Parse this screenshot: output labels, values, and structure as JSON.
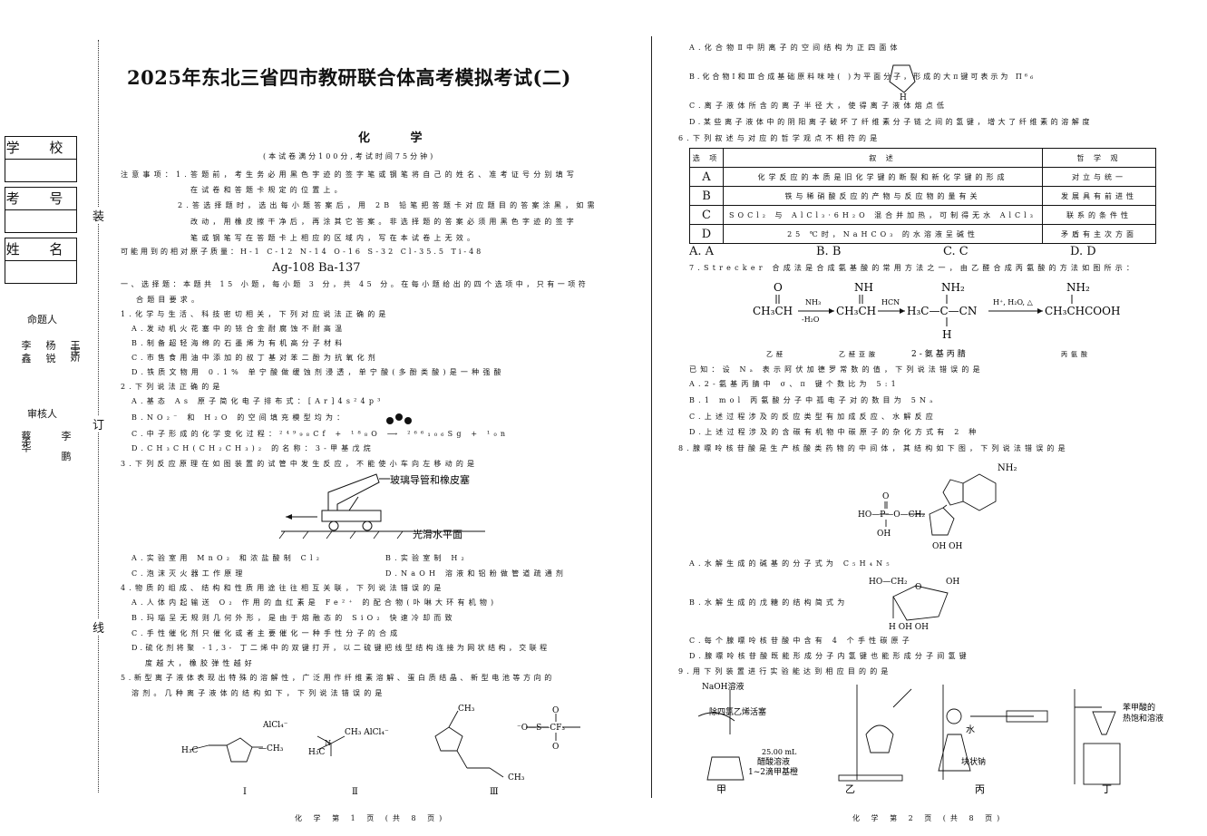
{
  "title": "2025年东北三省四市教研联合体高考模拟考试(二)",
  "subject": "化 学",
  "exam_info": "(本试卷满分100分,考试时间75分钟)",
  "sidebar": {
    "fields": [
      "学 校",
      "考 号",
      "姓 名"
    ],
    "binding": [
      "装",
      "订",
      "线"
    ],
    "authors_label": "命题人",
    "authors": [
      "李 鑫",
      "杨 锐",
      "王 宇 娇"
    ],
    "reviewers_label": "审核人",
    "reviewers": [
      "蔡 子 华",
      "李 鹏"
    ]
  },
  "notes": [
    "注意事项：1.答题前，考生务必用黑色字迹的签字笔或钢笔将自己的姓名、准考证号分别填写",
    "在试卷和答题卡规定的位置上。",
    "2.答选择题时，选出每小题答案后，用 2B 铅笔把答题卡对应题目的答案涂黑，如需",
    "改动，用橡皮擦干净后，再涂其它答案。非选择题的答案必须用黑色字迹的签字",
    "笔或钢笔写在答题卡上相应的区域内，写在本试卷上无效。"
  ],
  "atomic_masses": "可能用到的相对原子质量：H-1  C-12  N-14  O-16  S-32  Cl-35.5  Ti-48",
  "atomic_masses2": "Ag-108  Ba-137",
  "section": "一、选择题：本题共 15 小题，每小题 3 分，共 45 分。在每小题给出的四个选项中，只有一项符",
  "section2": "合题目要求。",
  "q1": {
    "stem": "1.化学与生活、科技密切相关，下列对应说法正确的是",
    "A": "A.发动机火花塞中的铱合金耐腐蚀不耐高温",
    "B": "B.制备超轻海绵的石墨烯为有机高分子材料",
    "C": "C.市售食用油中添加的叔丁基对苯二酚为抗氧化剂",
    "D": "D.铁质文物用 0.1% 单宁酸做缓蚀剂浸透，单宁酸(多酚类酸)是一种强酸"
  },
  "q2": {
    "stem": "2.下列说法正确的是",
    "A": "A.基态 As 原子简化电子排布式：[Ar]4s²4p³",
    "B": "B.NO₂⁻ 和 H₂O 的空间填充模型均为：",
    "C": "C.中子形成的化学变化过程：²⁴⁹₉₈Cf + ¹⁸₈O ⟶ ²⁶⁶₁₀₆Sg + ¹₀n",
    "D": "D.CH₃CH(CH₂CH₃)₂ 的名称：3-甲基戊烷"
  },
  "q3": {
    "stem": "3.下列反应原理在如图装置的试管中发生反应，不能使小车向左移动的是",
    "fig_label1": "玻璃导管和橡皮塞",
    "fig_label2": "光滑水平面",
    "A": "A.实验室用 MnO₂ 和浓盐酸制 Cl₂",
    "B": "B.实验室制 H₂",
    "C": "C.泡沫灭火器工作原理",
    "D": "D.NaOH 溶液和铝粉做管道疏通剂"
  },
  "q4": {
    "stem": "4.物质的组成、结构和性质用途往往相互关联，下列说法错误的是",
    "A": "A.人体内起输送 O₂ 作用的血红素是 Fe²⁺ 的配合物(卟啉大环有机物)",
    "B": "B.玛瑙呈无规则几何外形，是由于熔融态的 SiO₂ 快速冷却而致",
    "C": "C.手性催化剂只催化或者主要催化一种手性分子的合成",
    "D": "D.硫化剂将聚 -1,3- 丁二烯中的双键打开，以二硫键把线型结构连接为网状结构，交联程",
    "D2": "度越大，橡胶弹性越好"
  },
  "q5": {
    "stem": "5.新型离子液体表现出特殊的溶解性，广泛用作纤维素溶解、蛋白质结晶、新型电池等方向的",
    "stem2": "溶剂。几种离子液体的结构如下，下列说法错误的是",
    "labels": [
      "Ⅰ",
      "Ⅱ",
      "Ⅲ"
    ],
    "A": "A.化合物Ⅱ中阴离子的空间结构为正四面体",
    "B": "B.化合物Ⅰ和Ⅲ合成基础原料咪唑(      )为平面分子，形成的大π键可表示为 Π⁶₆",
    "C": "C.离子液体所含的离子半径大，使得离子液体熔点低",
    "D": "D.某些离子液体中的阴阳离子破坏了纤维素分子链之间的氢键，增大了纤维素的溶解度"
  },
  "q6": {
    "stem": "6.下列叙述与对应的哲学观点不相符的是",
    "headers": [
      "选 项",
      "叙 述",
      "哲 学 观"
    ],
    "rows": [
      [
        "A",
        "化学反应的本质是旧化学键的断裂和新化学键的形成",
        "对立与统一"
      ],
      [
        "B",
        "铁与稀硝酸反应的产物与反应物的量有关",
        "发展具有前进性"
      ],
      [
        "C",
        "SOCl₂ 与 AlCl₃·6H₂O 混合并加热，可制得无水 AlCl₃",
        "联系的条件性"
      ],
      [
        "D",
        "25 ℃时，NaHCO₃ 的水溶液呈碱性",
        "矛盾有主次方面"
      ]
    ],
    "options": [
      "A. A",
      "B. B",
      "C. C",
      "D. D"
    ]
  },
  "q7": {
    "stem": "7.Strecker 合成法是合成氨基酸的常用方法之一，由乙醛合成丙氨酸的方法如图所示：",
    "names": [
      "乙醛",
      "乙醛亚胺",
      "2-氨基丙腈",
      "丙氨酸"
    ],
    "reagents": [
      "NH₃",
      "-H₂O",
      "HCN",
      "H⁺, H₂O, △"
    ],
    "known": "已知：设 Nₐ 表示阿伏加德罗常数的值，下列说法错误的是",
    "A": "A.2-氨基丙腈中 σ、π 键个数比为 5:1",
    "B": "B.1 mol 丙氨酸分子中孤电子对的数目为 5Nₐ",
    "C": "C.上述过程涉及的反应类型有加成反应、水解反应",
    "D": "D.上述过程涉及的含碳有机物中碳原子的杂化方式有 2 种"
  },
  "q8": {
    "stem": "8.腺嘌呤核苷酸是生产核酸类药物的中间体，其结构如下图，下列说法错误的是",
    "A": "A.水解生成的碱基的分子式为 C₅H₄N₅",
    "B": "B.水解生成的戊糖的结构简式为",
    "C": "C.每个腺嘌呤核苷酸中含有 4 个手性碳原子",
    "D": "D.腺嘌呤核苷酸既能形成分子内氢键也能形成分子间氢键"
  },
  "q9": {
    "stem": "9.用下列装置进行实验能达到相应目的的是",
    "labels": [
      "甲",
      "乙",
      "丙",
      "丁"
    ],
    "annot": [
      "NaOH溶液",
      "除四氯乙烯活塞",
      "25.00 mL",
      "醋酸溶液",
      "1~2滴甲基橙",
      "水",
      "块状钠",
      "苯甲酸的",
      "热饱和溶液"
    ]
  },
  "footer": {
    "left": "化 学 第 1 页 (共 8 页)",
    "right": "化 学 第 2 页 (共 8 页)"
  }
}
